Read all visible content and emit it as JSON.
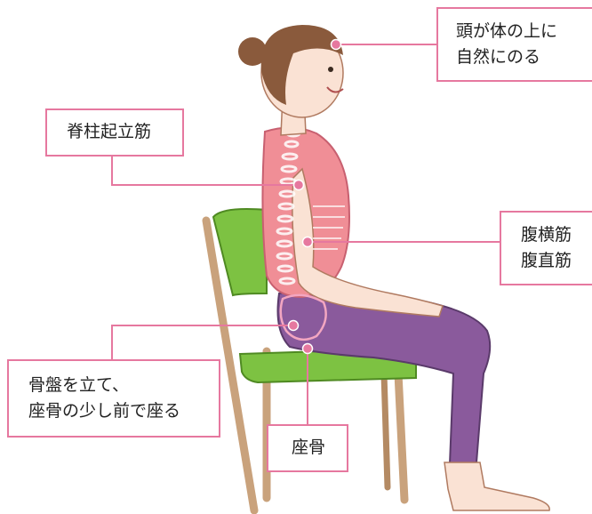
{
  "annotations": {
    "head": {
      "lines": [
        "頭が体の上に",
        "自然にのる"
      ]
    },
    "spine_muscle": {
      "lines": [
        "脊柱起立筋"
      ]
    },
    "abdominals": {
      "lines": [
        "腹横筋",
        "腹直筋"
      ]
    },
    "pelvis": {
      "lines": [
        "骨盤を立て、",
        "座骨の少し前で座る"
      ]
    },
    "sitting_bone": {
      "lines": [
        "座骨"
      ]
    }
  },
  "colors": {
    "accent_pink": "#e6789f",
    "shirt": "#f08e96",
    "pants": "#8a5a9c",
    "chair_seat": "#7dc242",
    "chair_wood": "#c9a27c",
    "hair": "#8a5a3c",
    "skin": "#fae2d4"
  }
}
